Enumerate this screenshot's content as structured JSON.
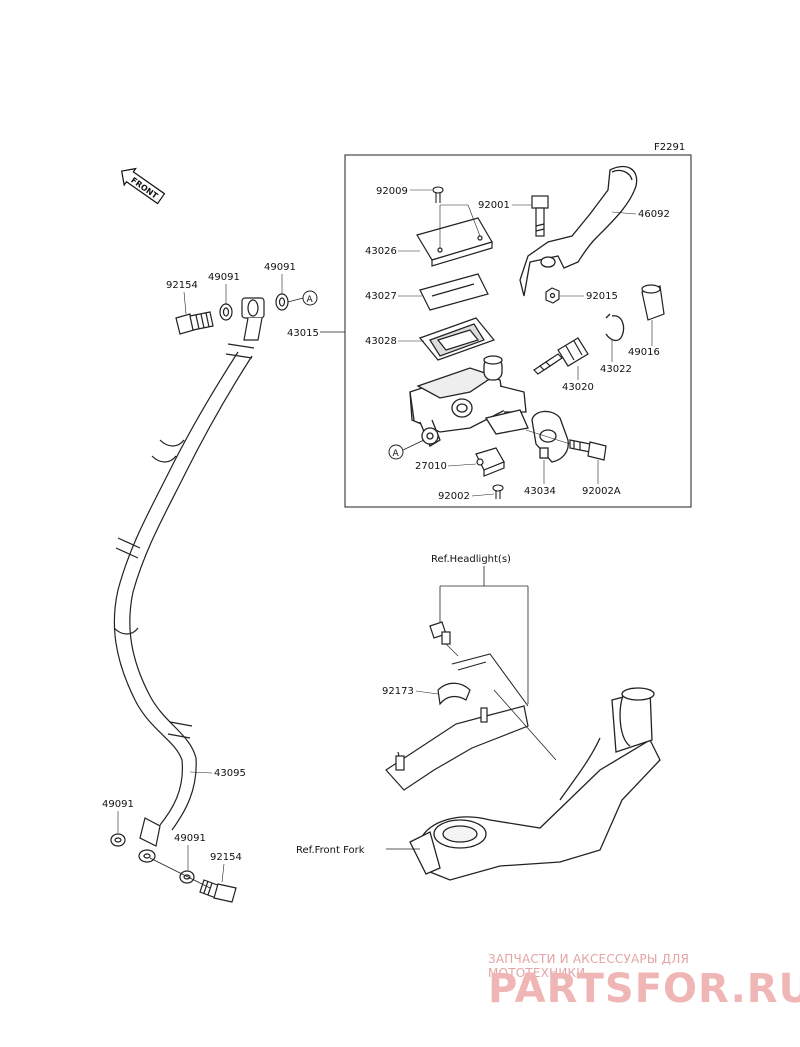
{
  "figure_code": "F2291",
  "front_label": "FRONT",
  "connector_label": "A",
  "parts": {
    "p92009": "92009",
    "p92001": "92001",
    "p46092": "46092",
    "p43026": "43026",
    "p43027": "43027",
    "p92015": "92015",
    "p43015": "43015",
    "p43028": "43028",
    "p43022": "43022",
    "p49016": "49016",
    "p43020": "43020",
    "p27010": "27010",
    "p92002A": "92002A",
    "p92002": "92002",
    "p43034": "43034",
    "p92154_top": "92154",
    "p49091_top_a": "49091",
    "p49091_top_b": "49091",
    "p43095": "43095",
    "p49091_bot_a": "49091",
    "p49091_bot_b": "49091",
    "p92154_bot": "92154",
    "p92173": "92173"
  },
  "refs": {
    "headlight": "Ref.Headlight(s)",
    "front_fork": "Ref.Front Fork"
  },
  "watermark": {
    "caption": "ЗАПЧАСТИ И АКСЕССУАРЫ ДЛЯ МОТОТЕХНИКИ",
    "logo": "PARTSFOR.RU"
  }
}
